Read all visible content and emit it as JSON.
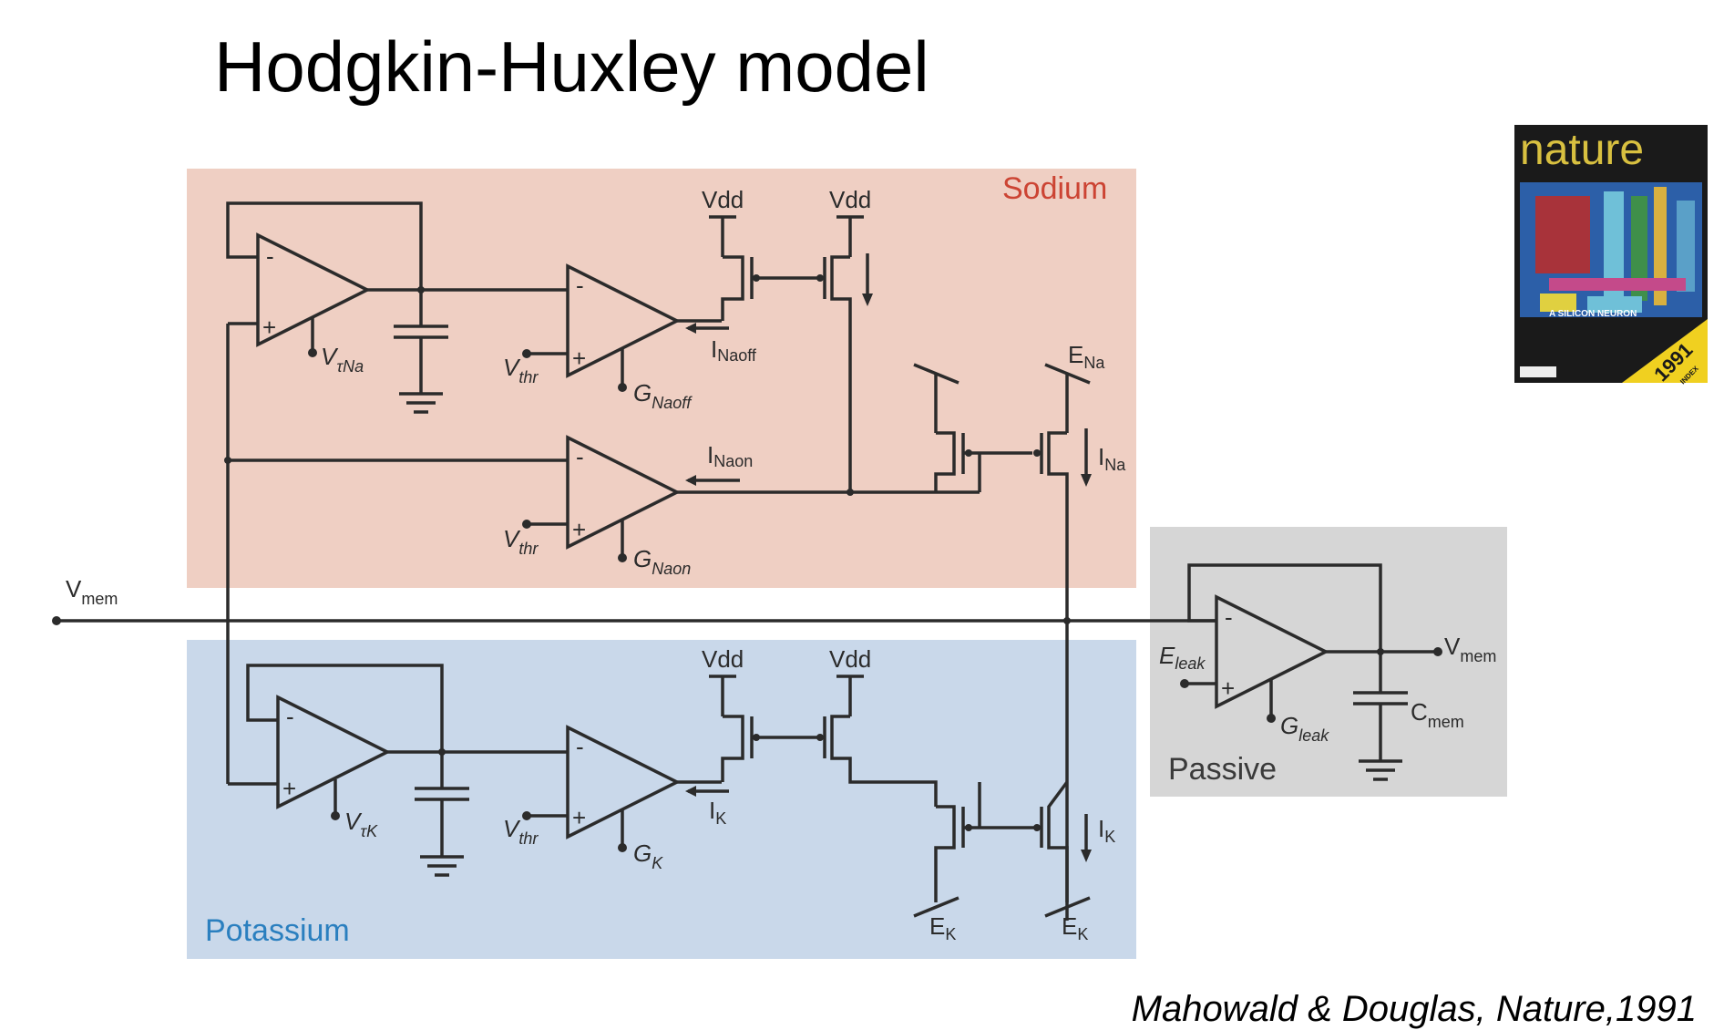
{
  "title": "Hodgkin-Huxley model",
  "citation": "Mahowald & Douglas, Nature,1991",
  "regions": {
    "sodium": "Sodium",
    "potassium": "Potassium",
    "passive": "Passive"
  },
  "region_colors": {
    "sodium": "#efcfc3",
    "potassium": "#c9d8ea",
    "passive": "#d6d6d6",
    "sodium_label": "#cc4433",
    "potassium_label": "#2a7fbf",
    "passive_label": "#3a3a3a"
  },
  "labels": {
    "vdd": "Vdd",
    "vmem_main": "V",
    "vmem_sub": "mem",
    "v_tau_na": "V",
    "v_tau_na_sub": "τNa",
    "v_tau_k": "V",
    "v_tau_k_sub": "τK",
    "vthr": "V",
    "vthr_sub": "thr",
    "g_naoff": "G",
    "g_naoff_sub": "Naoff",
    "g_naon": "G",
    "g_naon_sub": "Naon",
    "g_k": "G",
    "g_k_sub": "K",
    "i_naoff": "I",
    "i_naoff_sub": "Naoff",
    "i_naon": "I",
    "i_naon_sub": "Naon",
    "i_k": "I",
    "i_k_sub": "K",
    "i_na": "I",
    "i_na_sub": "Na",
    "e_na": "E",
    "e_na_sub": "Na",
    "e_k": "E",
    "e_k_sub": "K",
    "e_leak": "E",
    "e_leak_sub": "leak",
    "g_leak": "G",
    "g_leak_sub": "leak",
    "c_mem": "C",
    "c_mem_sub": "mem",
    "minus": "-",
    "plus": "+"
  },
  "nature_cover": {
    "masthead": "nature",
    "headline": "A SILICON NEURON",
    "year": "1991",
    "index": "INDEX"
  }
}
